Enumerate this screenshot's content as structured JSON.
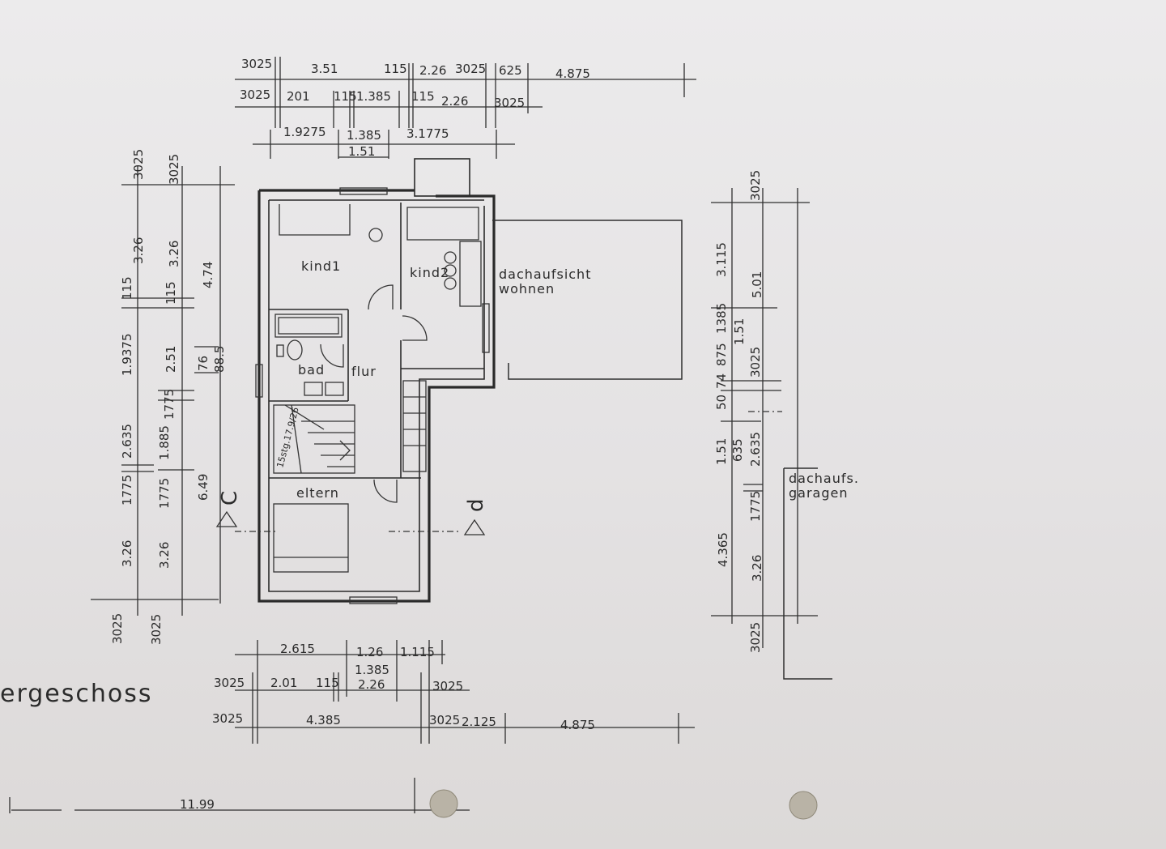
{
  "floor_label": "ergeschoss",
  "rooms": {
    "kind1": "kind1",
    "kind2": "kind2",
    "bad": "bad",
    "flur": "flur",
    "eltern": "eltern",
    "stair": "15stg.17.9/26",
    "roof_living_1": "dachaufsicht",
    "roof_living_2": "wohnen",
    "roof_garage_1": "dachaufs.",
    "roof_garage_2": "garagen"
  },
  "sections": {
    "c": "C",
    "d": "d"
  },
  "dims_top": {
    "row1": [
      "3025",
      "3.51",
      "115",
      "2.26",
      "3025",
      "625",
      "4.875"
    ],
    "row2": [
      "3025",
      "201",
      "115",
      "1.385",
      "115",
      "2.26",
      "3025"
    ],
    "row3": [
      "1.9275",
      "1.385",
      "3.1775"
    ],
    "row3b": "1.51"
  },
  "dims_left": {
    "col1": [
      "3025",
      "3.26",
      "115",
      "1.9375",
      "2.635",
      "1775",
      "3.26",
      "3025"
    ],
    "col2": [
      "3025",
      "3.26",
      "115",
      "2.51",
      "1.885",
      "1775",
      "1775",
      "3.26",
      "3025"
    ],
    "col3": [
      "4.74",
      "76",
      "88.5",
      "6.49"
    ]
  },
  "dims_right": {
    "col1": [
      "3.115",
      "1385",
      "875",
      "74",
      "50",
      "1.51",
      "635",
      "4.365"
    ],
    "col2": [
      "3025",
      "5.01",
      "1.51",
      "3025",
      "2.635",
      "1775",
      "3.26",
      "3025"
    ]
  },
  "dims_bottom": {
    "row1": [
      "2.615",
      "1.26",
      "1.115"
    ],
    "row1b": "1.385",
    "row2": [
      "3025",
      "2.01",
      "115",
      "2.26",
      "3025"
    ],
    "row3": [
      "3025",
      "4.385",
      "3025",
      "2.125",
      "4.875"
    ],
    "overall": "11.99"
  },
  "colors": {
    "paper": "#e8e6e7",
    "ink": "#2b2b2b"
  }
}
